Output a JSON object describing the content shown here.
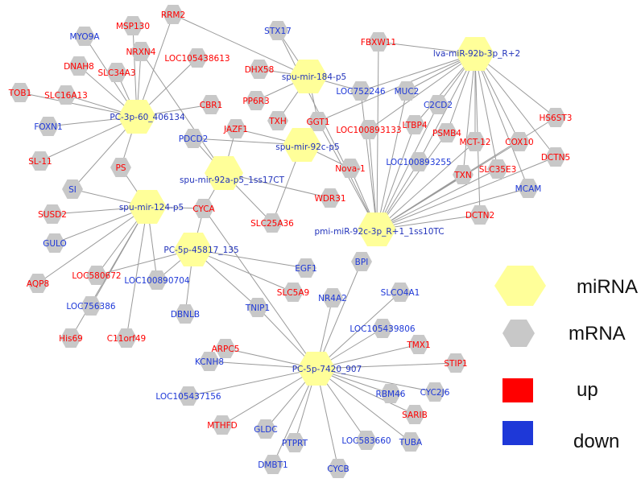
{
  "colors": {
    "mirna_fill": "#ffff99",
    "mrna_fill": "#c8c8c8",
    "edge": "#9a9a9a",
    "up": "#ff0000",
    "down": "#1e38d8",
    "mir_label": "#2233bb"
  },
  "legend": {
    "mirna": "miRNA",
    "mrna": "mRNA",
    "up": "up",
    "down": "down"
  },
  "mirnas": [
    {
      "id": "m1",
      "label": "PC-3p-60_406134"
    },
    {
      "id": "m2",
      "label": "spu-mir-184-p5"
    },
    {
      "id": "m3",
      "label": "lva-miR-92b-3p_R+2"
    },
    {
      "id": "m4",
      "label": "spu-mir-92c-p5"
    },
    {
      "id": "m5",
      "label": "spu-mir-92a-p5_1ss17CT"
    },
    {
      "id": "m6",
      "label": "spu-mir-124-p5"
    },
    {
      "id": "m7",
      "label": "PC-5p-45817_135"
    },
    {
      "id": "m8",
      "label": "pmi-miR-92c-3p_R+1_1ss10TC"
    },
    {
      "id": "m9",
      "label": "PC-5p-7420_907"
    }
  ],
  "mrnas": [
    {
      "id": "n1",
      "label": "MYO9A",
      "reg": "down"
    },
    {
      "id": "n2",
      "label": "MSP130",
      "reg": "up"
    },
    {
      "id": "n3",
      "label": "RRM2",
      "reg": "up"
    },
    {
      "id": "n4",
      "label": "NRXN4",
      "reg": "up"
    },
    {
      "id": "n5",
      "label": "DNAH8",
      "reg": "up"
    },
    {
      "id": "n6",
      "label": "SLC34A3",
      "reg": "up"
    },
    {
      "id": "n7",
      "label": "LOC105438613",
      "reg": "up"
    },
    {
      "id": "n8",
      "label": "TOB1",
      "reg": "up"
    },
    {
      "id": "n9",
      "label": "SLC16A13",
      "reg": "up"
    },
    {
      "id": "n10",
      "label": "CBR1",
      "reg": "up"
    },
    {
      "id": "n11",
      "label": "FOXN1",
      "reg": "down"
    },
    {
      "id": "n12",
      "label": "SL-11",
      "reg": "up"
    },
    {
      "id": "n13",
      "label": "PS",
      "reg": "up"
    },
    {
      "id": "n14",
      "label": "SI",
      "reg": "down"
    },
    {
      "id": "n15",
      "label": "SUSD2",
      "reg": "up"
    },
    {
      "id": "n16",
      "label": "GULO",
      "reg": "down"
    },
    {
      "id": "n17",
      "label": "LOC580672",
      "reg": "up"
    },
    {
      "id": "n18",
      "label": "AQP8",
      "reg": "up"
    },
    {
      "id": "n19",
      "label": "LOC100890704",
      "reg": "down"
    },
    {
      "id": "n20",
      "label": "LOC756386",
      "reg": "down"
    },
    {
      "id": "n21",
      "label": "His69",
      "reg": "up"
    },
    {
      "id": "n22",
      "label": "C11orf49",
      "reg": "up"
    },
    {
      "id": "n23",
      "label": "STX17",
      "reg": "down"
    },
    {
      "id": "n24",
      "label": "DHX58",
      "reg": "up"
    },
    {
      "id": "n25",
      "label": "PP6R3",
      "reg": "up"
    },
    {
      "id": "n26",
      "label": "TXH",
      "reg": "up"
    },
    {
      "id": "n27",
      "label": "GGT1",
      "reg": "up"
    },
    {
      "id": "n28",
      "label": "FBXW11",
      "reg": "up"
    },
    {
      "id": "n29",
      "label": "LOC752246",
      "reg": "down"
    },
    {
      "id": "n30",
      "label": "MUC2",
      "reg": "down"
    },
    {
      "id": "n31",
      "label": "C2CD2",
      "reg": "down"
    },
    {
      "id": "n32",
      "label": "HS6ST3",
      "reg": "up"
    },
    {
      "id": "n33",
      "label": "LOC100893133",
      "reg": "up"
    },
    {
      "id": "n34",
      "label": "LTBP4",
      "reg": "up"
    },
    {
      "id": "n35",
      "label": "PSMB4",
      "reg": "up"
    },
    {
      "id": "n36",
      "label": "MCT-12",
      "reg": "up"
    },
    {
      "id": "n37",
      "label": "COX10",
      "reg": "up"
    },
    {
      "id": "n38",
      "label": "DCTN5",
      "reg": "up"
    },
    {
      "id": "n39",
      "label": "PDCD2",
      "reg": "down"
    },
    {
      "id": "n40",
      "label": "JAZF1",
      "reg": "up"
    },
    {
      "id": "n41",
      "label": "Nova-1",
      "reg": "up"
    },
    {
      "id": "n42",
      "label": "LOC100893255",
      "reg": "down"
    },
    {
      "id": "n43",
      "label": "TXN",
      "reg": "up"
    },
    {
      "id": "n44",
      "label": "SLC35E3",
      "reg": "up"
    },
    {
      "id": "n45",
      "label": "MCAM",
      "reg": "down"
    },
    {
      "id": "n46",
      "label": "WDR31",
      "reg": "up"
    },
    {
      "id": "n47",
      "label": "CYCA",
      "reg": "up"
    },
    {
      "id": "n48",
      "label": "SLC25A36",
      "reg": "up"
    },
    {
      "id": "n49",
      "label": "DCTN2",
      "reg": "up"
    },
    {
      "id": "n50",
      "label": "EGF1",
      "reg": "down"
    },
    {
      "id": "n51",
      "label": "BPI",
      "reg": "down"
    },
    {
      "id": "n52",
      "label": "SLC5A9",
      "reg": "up"
    },
    {
      "id": "n53",
      "label": "NR4A2",
      "reg": "down"
    },
    {
      "id": "n54",
      "label": "SLCO4A1",
      "reg": "down"
    },
    {
      "id": "n55",
      "label": "DBNLB",
      "reg": "down"
    },
    {
      "id": "n56",
      "label": "TNIP1",
      "reg": "down"
    },
    {
      "id": "n57",
      "label": "LOC105439806",
      "reg": "down"
    },
    {
      "id": "n58",
      "label": "ARPC5",
      "reg": "up"
    },
    {
      "id": "n59",
      "label": "TMX1",
      "reg": "up"
    },
    {
      "id": "n60",
      "label": "KCNH8",
      "reg": "down"
    },
    {
      "id": "n61",
      "label": "STIP1",
      "reg": "up"
    },
    {
      "id": "n62",
      "label": "LOC105437156",
      "reg": "down"
    },
    {
      "id": "n63",
      "label": "RBM46",
      "reg": "down"
    },
    {
      "id": "n64",
      "label": "CYC2J6",
      "reg": "down"
    },
    {
      "id": "n65",
      "label": "SARIB",
      "reg": "up"
    },
    {
      "id": "n66",
      "label": "MTHFD",
      "reg": "up"
    },
    {
      "id": "n67",
      "label": "GLDC",
      "reg": "down"
    },
    {
      "id": "n68",
      "label": "PTPRT",
      "reg": "down"
    },
    {
      "id": "n69",
      "label": "LOC583660",
      "reg": "down"
    },
    {
      "id": "n70",
      "label": "TUBA",
      "reg": "down"
    },
    {
      "id": "n71",
      "label": "DMBT1",
      "reg": "down"
    },
    {
      "id": "n72",
      "label": "CYCB",
      "reg": "down"
    }
  ],
  "edges": [
    [
      "m1",
      "n1"
    ],
    [
      "m1",
      "n2"
    ],
    [
      "m1",
      "n3"
    ],
    [
      "m1",
      "n4"
    ],
    [
      "m1",
      "n5"
    ],
    [
      "m1",
      "n6"
    ],
    [
      "m1",
      "n7"
    ],
    [
      "m1",
      "n8"
    ],
    [
      "m1",
      "n9"
    ],
    [
      "m1",
      "n10"
    ],
    [
      "m1",
      "n11"
    ],
    [
      "m1",
      "n12"
    ],
    [
      "m1",
      "n13"
    ],
    [
      "m1",
      "n14"
    ],
    [
      "m2",
      "n23"
    ],
    [
      "m2",
      "n24"
    ],
    [
      "m2",
      "n25"
    ],
    [
      "m2",
      "n26"
    ],
    [
      "m2",
      "n27"
    ],
    [
      "m2",
      "n29"
    ],
    [
      "m2",
      "n3"
    ],
    [
      "m3",
      "n28"
    ],
    [
      "m3",
      "n30"
    ],
    [
      "m3",
      "n31"
    ],
    [
      "m3",
      "n32"
    ],
    [
      "m3",
      "n33"
    ],
    [
      "m3",
      "n34"
    ],
    [
      "m3",
      "n35"
    ],
    [
      "m3",
      "n36"
    ],
    [
      "m3",
      "n37"
    ],
    [
      "m3",
      "n38"
    ],
    [
      "m3",
      "n43"
    ],
    [
      "m3",
      "n44"
    ],
    [
      "m3",
      "n45"
    ],
    [
      "m3",
      "n42"
    ],
    [
      "m3",
      "n29"
    ],
    [
      "m3",
      "n27"
    ],
    [
      "m3",
      "n49"
    ],
    [
      "m4",
      "n40"
    ],
    [
      "m4",
      "n27"
    ],
    [
      "m4",
      "n41"
    ],
    [
      "m4",
      "n48"
    ],
    [
      "m4",
      "n39"
    ],
    [
      "m5",
      "n39"
    ],
    [
      "m5",
      "n40"
    ],
    [
      "m5",
      "n46"
    ],
    [
      "m5",
      "n47"
    ],
    [
      "m5",
      "n48"
    ],
    [
      "m5",
      "n4"
    ],
    [
      "m6",
      "n15"
    ],
    [
      "m6",
      "n16"
    ],
    [
      "m6",
      "n17"
    ],
    [
      "m6",
      "n18"
    ],
    [
      "m6",
      "n19"
    ],
    [
      "m6",
      "n20"
    ],
    [
      "m6",
      "n21"
    ],
    [
      "m6",
      "n22"
    ],
    [
      "m6",
      "n13"
    ],
    [
      "m6",
      "n14"
    ],
    [
      "m6",
      "n47"
    ],
    [
      "m7",
      "n50"
    ],
    [
      "m7",
      "n52"
    ],
    [
      "m7",
      "n55"
    ],
    [
      "m7",
      "n56"
    ],
    [
      "m7",
      "n19"
    ],
    [
      "m7",
      "n17"
    ],
    [
      "m7",
      "n47"
    ],
    [
      "m8",
      "n28"
    ],
    [
      "m8",
      "n29"
    ],
    [
      "m8",
      "n30"
    ],
    [
      "m8",
      "n31"
    ],
    [
      "m8",
      "n32"
    ],
    [
      "m8",
      "n33"
    ],
    [
      "m8",
      "n34"
    ],
    [
      "m8",
      "n35"
    ],
    [
      "m8",
      "n36"
    ],
    [
      "m8",
      "n37"
    ],
    [
      "m8",
      "n38"
    ],
    [
      "m8",
      "n41"
    ],
    [
      "m8",
      "n42"
    ],
    [
      "m8",
      "n43"
    ],
    [
      "m8",
      "n44"
    ],
    [
      "m8",
      "n45"
    ],
    [
      "m8",
      "n49"
    ],
    [
      "m8",
      "n27"
    ],
    [
      "m8",
      "n23"
    ],
    [
      "m9",
      "n51"
    ],
    [
      "m9",
      "n53"
    ],
    [
      "m9",
      "n54"
    ],
    [
      "m9",
      "n57"
    ],
    [
      "m9",
      "n58"
    ],
    [
      "m9",
      "n59"
    ],
    [
      "m9",
      "n60"
    ],
    [
      "m9",
      "n61"
    ],
    [
      "m9",
      "n62"
    ],
    [
      "m9",
      "n63"
    ],
    [
      "m9",
      "n64"
    ],
    [
      "m9",
      "n65"
    ],
    [
      "m9",
      "n66"
    ],
    [
      "m9",
      "n67"
    ],
    [
      "m9",
      "n68"
    ],
    [
      "m9",
      "n69"
    ],
    [
      "m9",
      "n70"
    ],
    [
      "m9",
      "n71"
    ],
    [
      "m9",
      "n72"
    ],
    [
      "m9",
      "n47"
    ],
    [
      "m9",
      "n56"
    ]
  ]
}
